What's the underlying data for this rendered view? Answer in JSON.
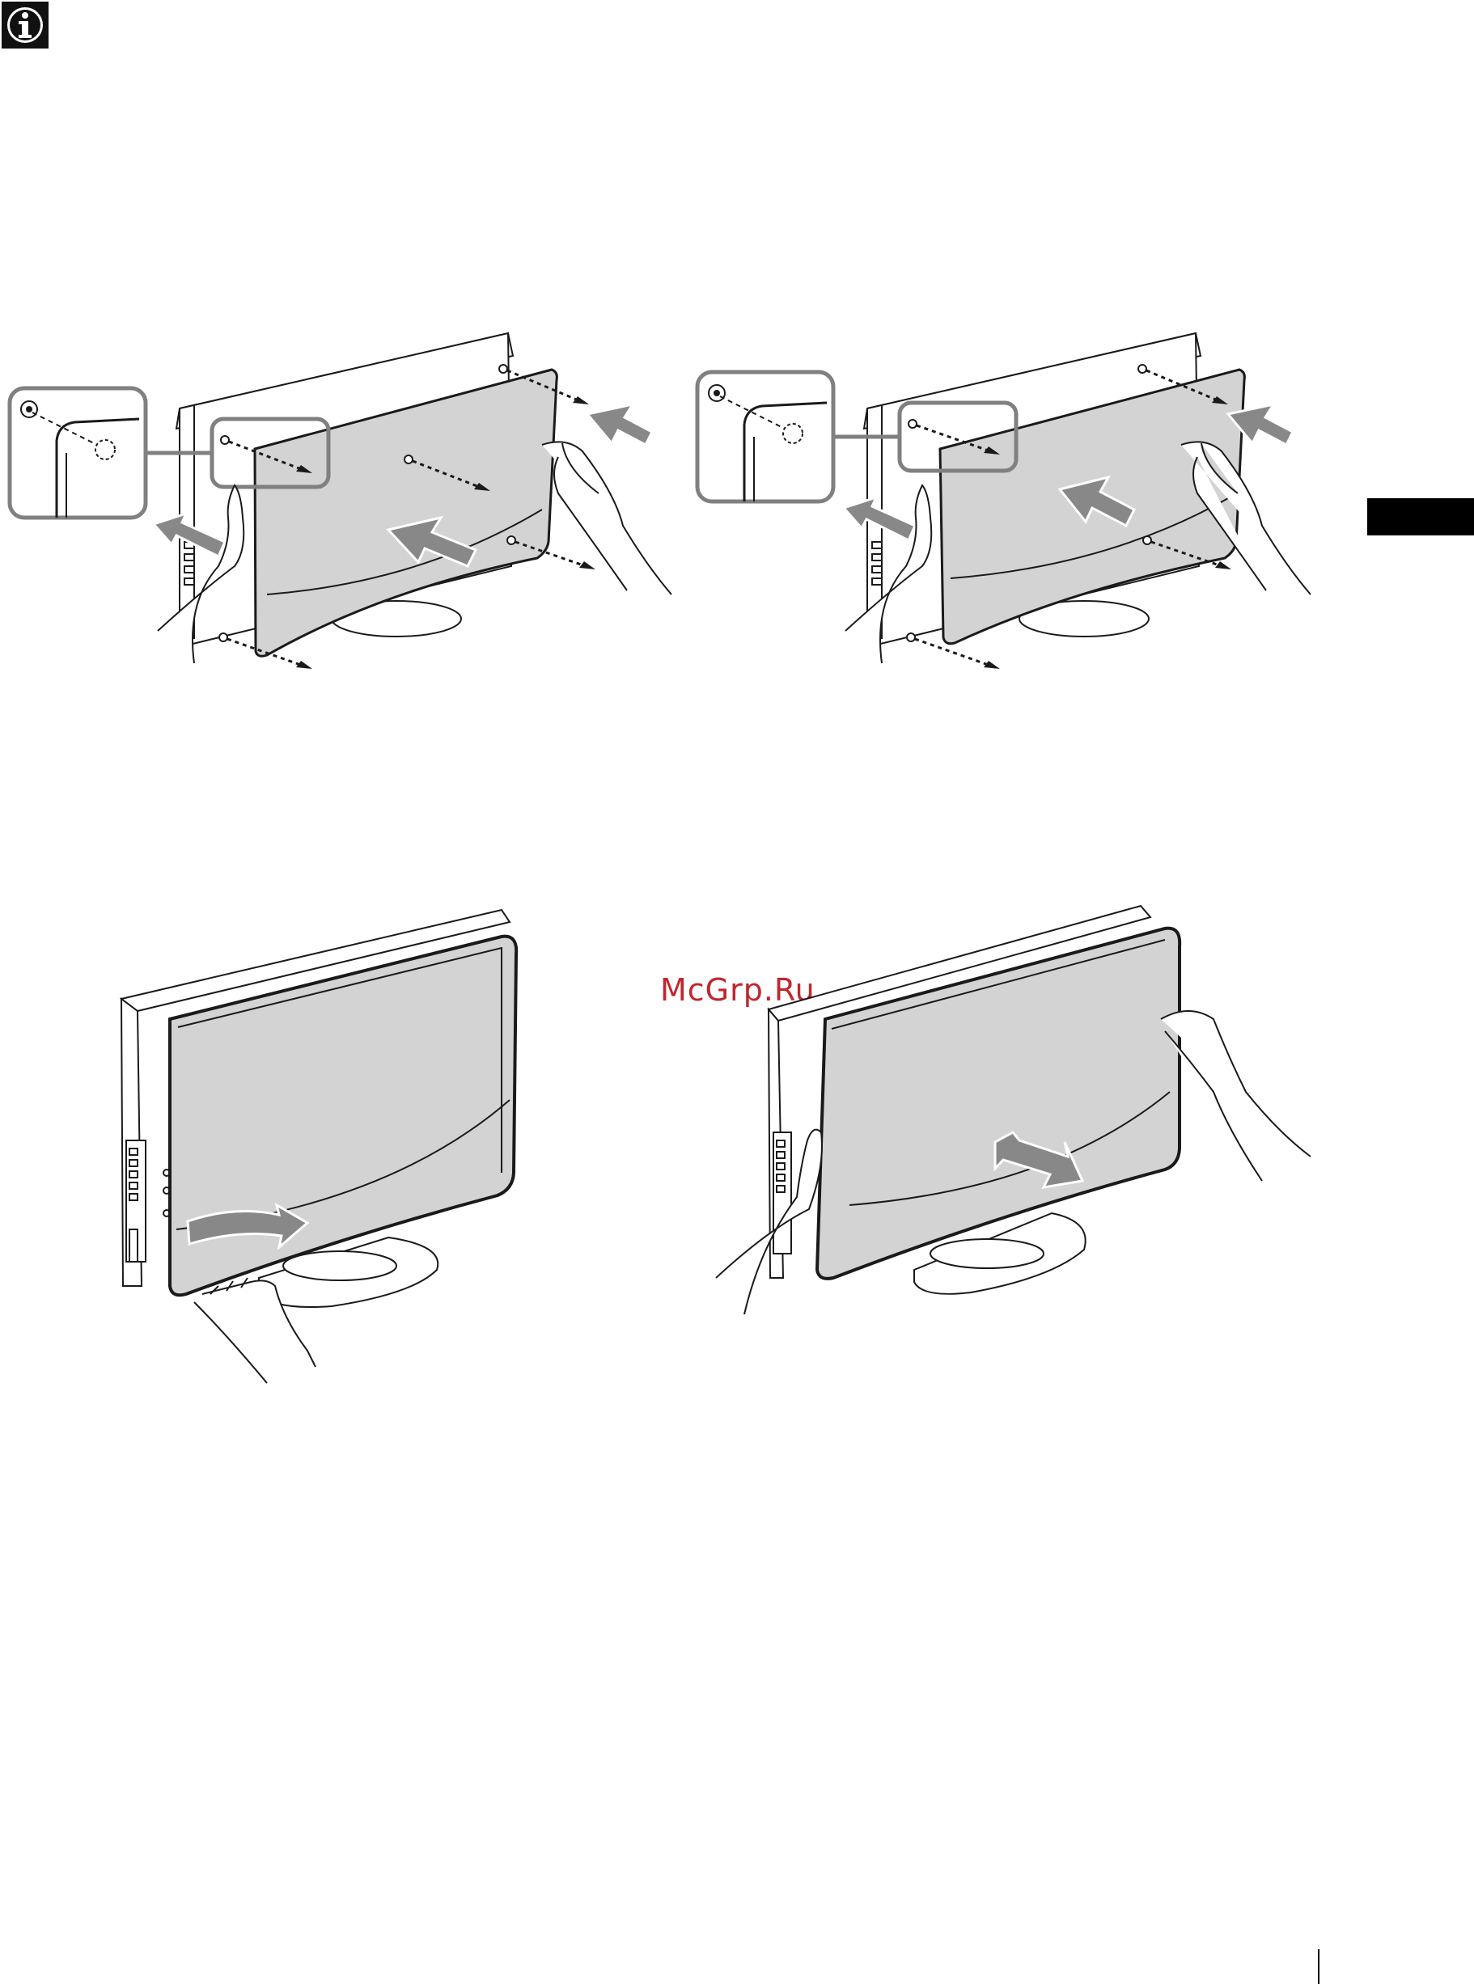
{
  "watermark": "McGrp.Ru",
  "icons": {
    "info": "info-icon",
    "side_tab": "black-section-tab",
    "page_marker": "vertical-rule"
  },
  "figures": [
    {
      "name": "cover-attach-step-1",
      "depicts": "detail-magnifier"
    },
    {
      "name": "cover-attach-step-2",
      "depicts": "detail-magnifier"
    },
    {
      "name": "cover-remove-step-1"
    },
    {
      "name": "cover-remove-step-2"
    }
  ],
  "colors": {
    "cover_fill": "#d3d3d3",
    "arrow_fill": "#888888",
    "callout_stroke": "#808080",
    "outline": "#1a1a1a",
    "watermark": "#c0272d"
  }
}
